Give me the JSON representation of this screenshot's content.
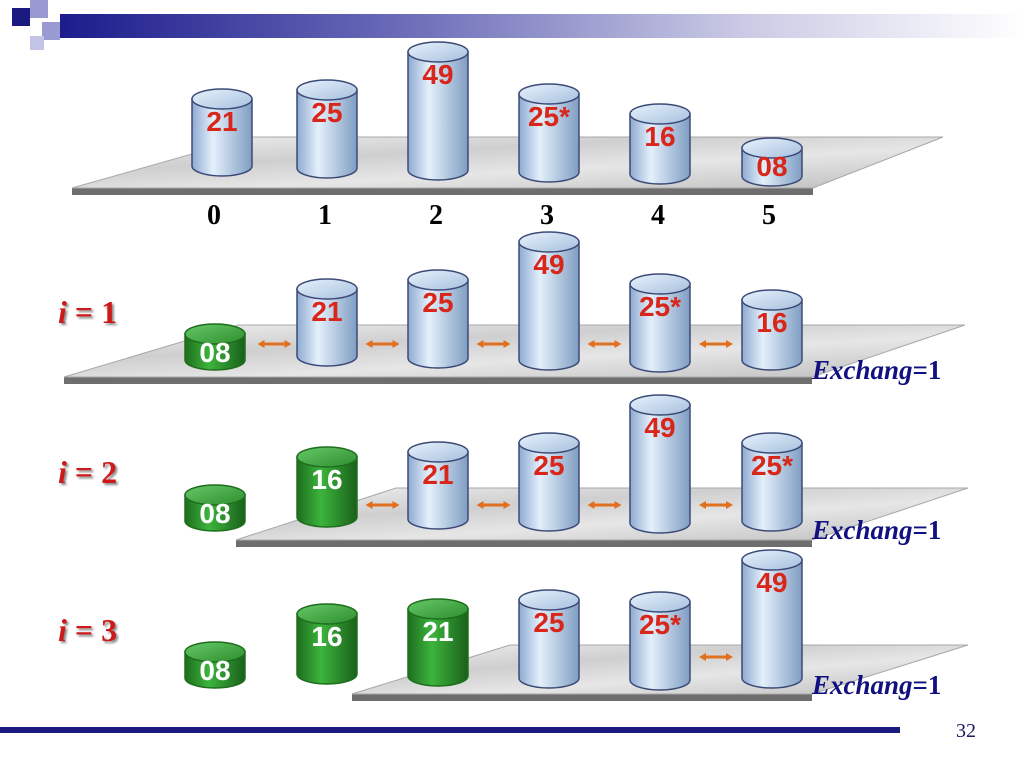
{
  "decor": {
    "dark_blue": "#1a1a80",
    "square_light": "#9a9ad2"
  },
  "colors": {
    "cyl_blue": "#bcd4ec",
    "cyl_blue_dark": "#7a98bc",
    "cyl_green": "#2e9e2e",
    "cyl_green_dark": "#1e6e1e",
    "value_red": "#d8261a",
    "value_white": "#ffffff",
    "arrow_orange": "#e0701e",
    "pass_red": "#cc1a1a",
    "exch_navy": "#101080"
  },
  "initial_array": {
    "values": [
      "21",
      "25",
      "49",
      "25*",
      "16",
      "08"
    ],
    "indices": [
      "0",
      "1",
      "2",
      "3",
      "4",
      "5"
    ]
  },
  "passes": [
    {
      "i_label": "i",
      "eq_label": " = 1",
      "cylinders": [
        {
          "value": "08",
          "sorted": true
        },
        {
          "value": "21",
          "sorted": false
        },
        {
          "value": "25",
          "sorted": false
        },
        {
          "value": "49",
          "sorted": false
        },
        {
          "value": "25*",
          "sorted": false
        },
        {
          "value": "16",
          "sorted": false
        }
      ],
      "exchange_name": "Exchang",
      "exchange_value": "=1"
    },
    {
      "i_label": "i",
      "eq_label": " = 2",
      "cylinders": [
        {
          "value": "08",
          "sorted": true
        },
        {
          "value": "16",
          "sorted": true
        },
        {
          "value": "21",
          "sorted": false
        },
        {
          "value": "25",
          "sorted": false
        },
        {
          "value": "49",
          "sorted": false
        },
        {
          "value": "25*",
          "sorted": false
        }
      ],
      "exchange_name": "Exchang",
      "exchange_value": "=1"
    },
    {
      "i_label": "i",
      "eq_label": " = 3",
      "cylinders": [
        {
          "value": "08",
          "sorted": true
        },
        {
          "value": "16",
          "sorted": true
        },
        {
          "value": "21",
          "sorted": true
        },
        {
          "value": "25",
          "sorted": false
        },
        {
          "value": "25*",
          "sorted": false
        },
        {
          "value": "49",
          "sorted": false
        }
      ],
      "exchange_name": "Exchang",
      "exchange_value": "=1"
    }
  ],
  "page_number": "32"
}
